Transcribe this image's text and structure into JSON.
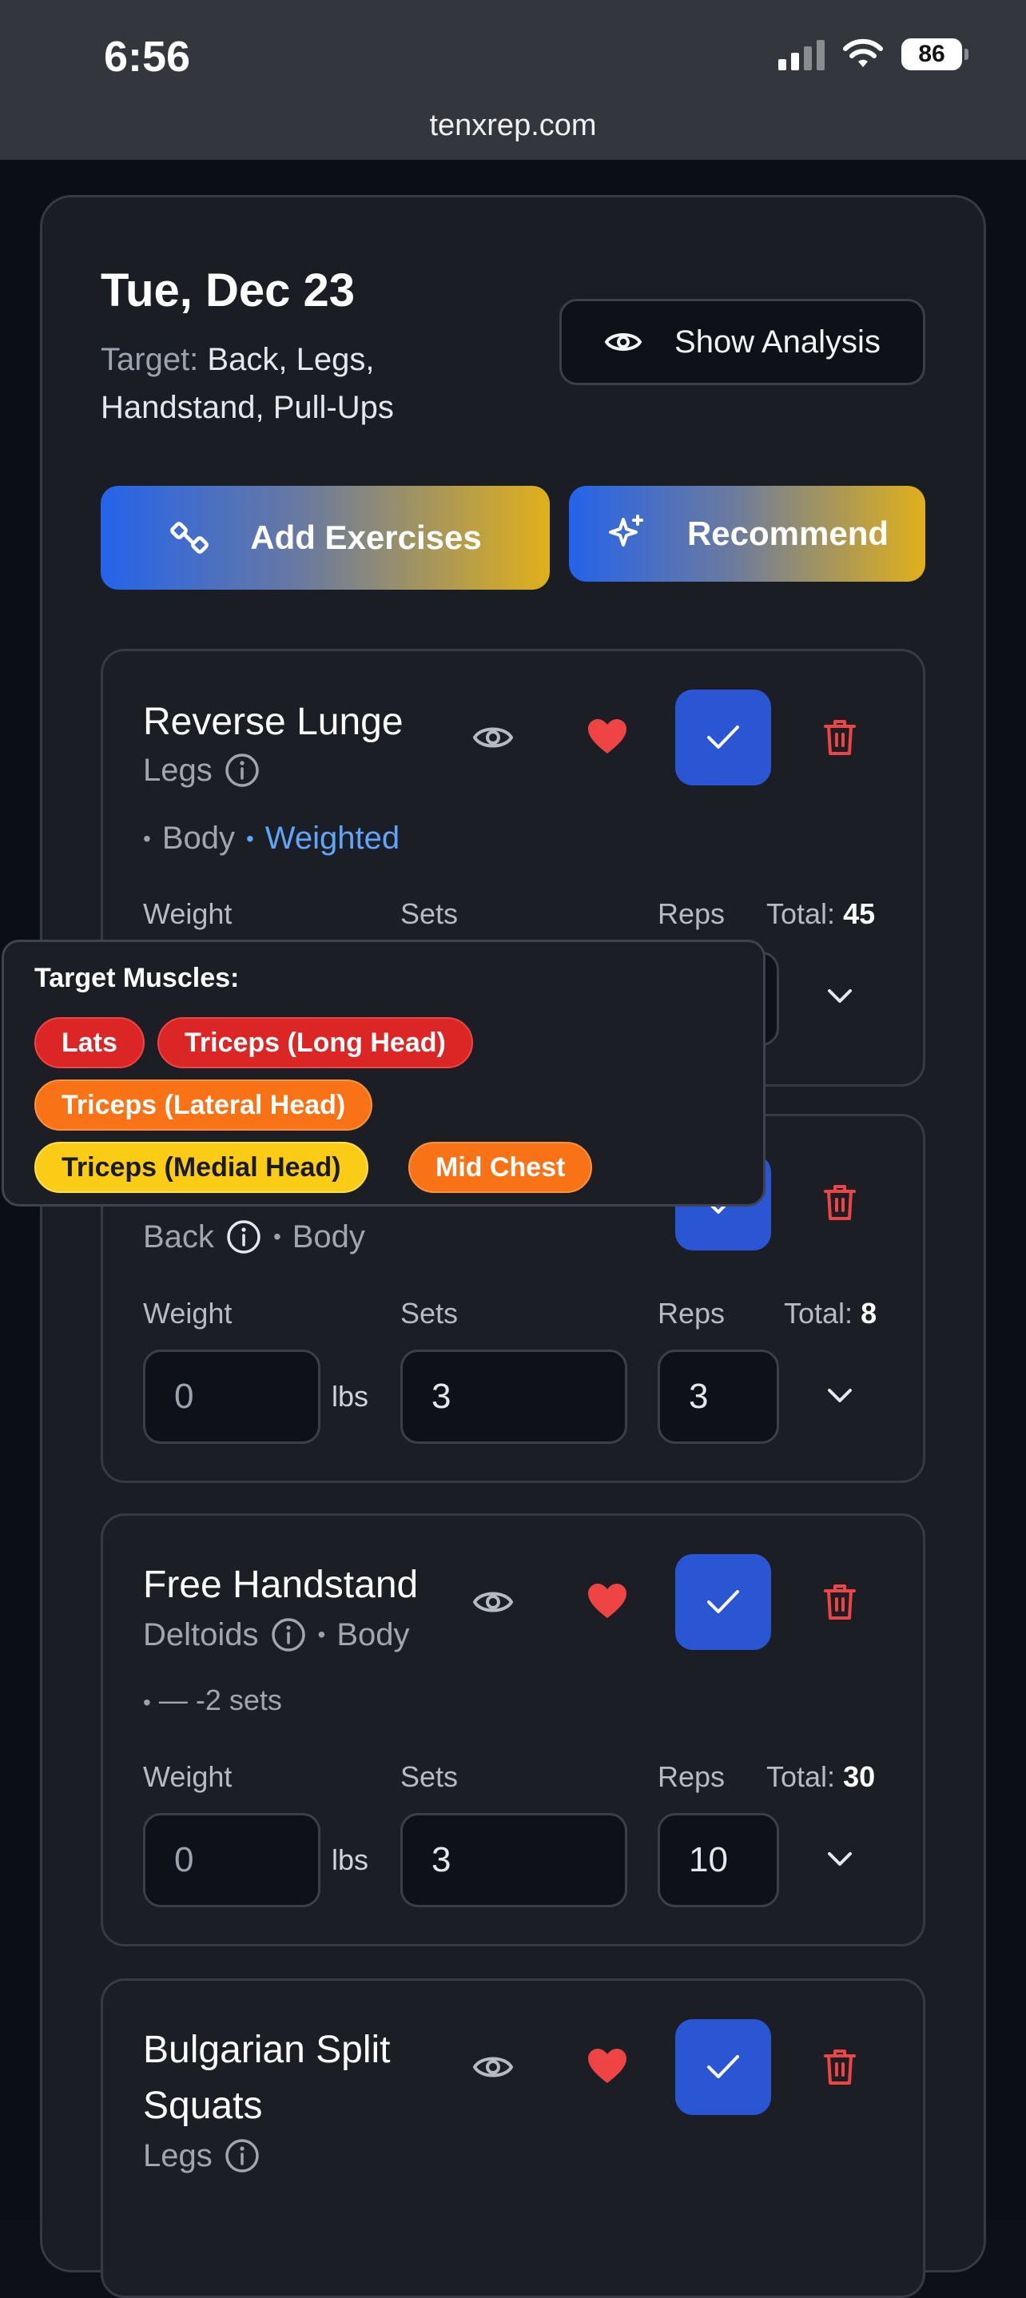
{
  "status": {
    "time": "6:56",
    "battery": "86",
    "url": "tenxrep.com"
  },
  "header": {
    "date": "Tue, Dec 23",
    "target_label": "Target:",
    "target_value": "Back, Legs, Handstand, Pull-Ups",
    "show_analysis": "Show Analysis",
    "add_exercises": "Add Exercises",
    "recommend": "Recommend"
  },
  "labels": {
    "weight": "Weight",
    "sets": "Sets",
    "reps": "Reps",
    "total": "Total:",
    "unit": "lbs"
  },
  "exercises": [
    {
      "name": "Reverse Lunge",
      "muscle": "Legs",
      "type": "Body",
      "modifier": "Weighted",
      "total": "45"
    },
    {
      "name": "",
      "muscle": "Back",
      "type": "Body",
      "weight": "0",
      "sets": "3",
      "reps": "3",
      "total": "8"
    },
    {
      "name": "Free Handstand",
      "muscle": "Deltoids",
      "type": "Body",
      "note": "—  -2 sets",
      "weight": "0",
      "sets": "3",
      "reps": "10",
      "total": "30"
    },
    {
      "name_line1": "Bulgarian Split",
      "name_line2": "Squats",
      "muscle": "Legs"
    }
  ],
  "popover": {
    "title": "Target Muscles:",
    "chips": [
      {
        "label": "Lats",
        "level": "high"
      },
      {
        "label": "Triceps (Long Head)",
        "level": "high"
      },
      {
        "label": "Triceps (Lateral Head)",
        "level": "medium"
      },
      {
        "label": "Triceps (Medial Head)",
        "level": "low"
      },
      {
        "label": "Mid Chest",
        "level": "medium"
      }
    ]
  },
  "colors": {
    "accent_blue": "#2a56d3",
    "heart_red": "#ef4444",
    "weighted_blue": "#60a5fa",
    "chip_high": "#dc2626",
    "chip_medium": "#f97316",
    "chip_low": "#facc15"
  }
}
